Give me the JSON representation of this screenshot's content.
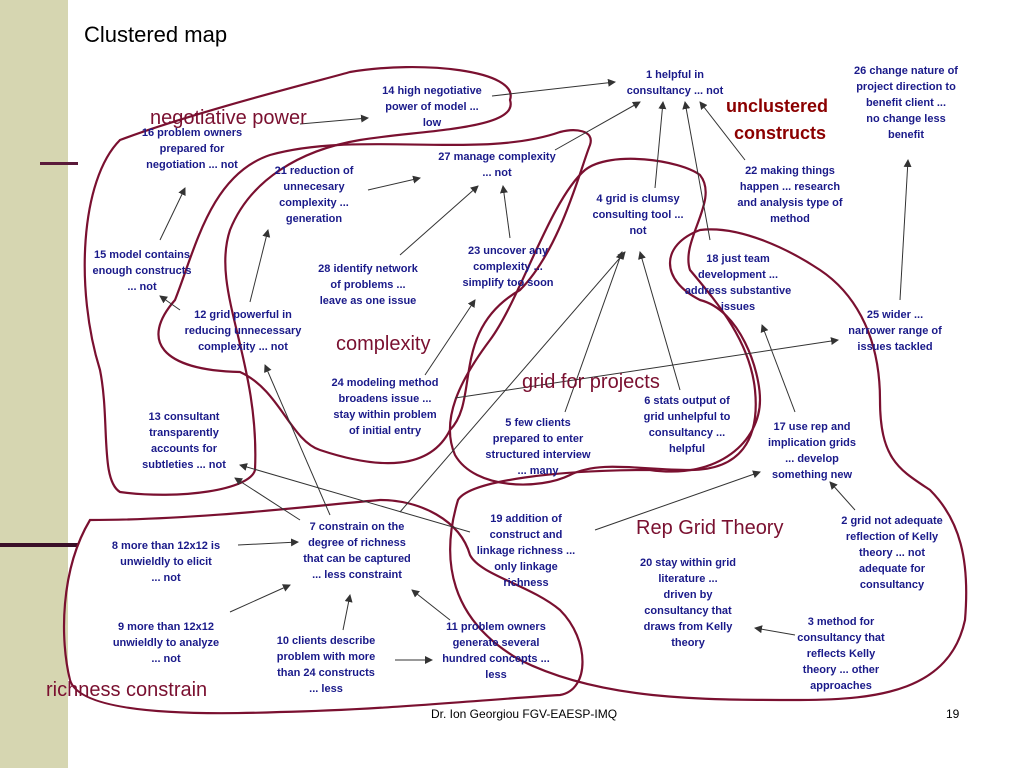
{
  "slide": {
    "title": "Clustered map",
    "footer": "Dr. Ion Georgiou  FGV-EAESP-IMQ",
    "page_number": "19"
  },
  "clusters": {
    "negotiative_power": "negotiative power",
    "complexity": "complexity",
    "grid_for_projects": "grid for projects",
    "rep_grid_theory": "Rep Grid Theory",
    "richness_constrain": "richness constrain",
    "unclustered_1": "unclustered",
    "unclustered_2": "constructs"
  },
  "nodes": {
    "n1": [
      "1 helpful in",
      "consultancy ... not"
    ],
    "n2": [
      "2 grid not adequate",
      "reflection of Kelly",
      "theory ... not",
      "adequate for",
      "consultancy"
    ],
    "n3": [
      "3 method for",
      "consultancy that",
      "reflects Kelly",
      "theory ... other",
      "approaches"
    ],
    "n4": [
      "4 grid is clumsy",
      "consulting tool ...",
      "not"
    ],
    "n5": [
      "5 few clients",
      "prepared to enter",
      "structured interview",
      "... many"
    ],
    "n6": [
      "6 stats output of",
      "grid unhelpful to",
      "consultancy ...",
      "helpful"
    ],
    "n7": [
      "7 constrain on the",
      "degree of richness",
      "that can be captured",
      "... less constraint"
    ],
    "n8": [
      "8 more than 12x12 is",
      "unwieldly to elicit",
      "... not"
    ],
    "n9": [
      "9 more than 12x12",
      "unwieldly to analyze",
      "... not"
    ],
    "n10": [
      "10 clients describe",
      "problem with more",
      "than 24 constructs",
      "... less"
    ],
    "n11": [
      "11 problem owners",
      "generate several",
      "hundred concepts ...",
      "less"
    ],
    "n12": [
      "12 grid powerful in",
      "reducing unnecessary",
      "complexity ... not"
    ],
    "n13": [
      "13 consultant",
      "transparently",
      "accounts for",
      "subtleties ... not"
    ],
    "n14": [
      "14 high negotiative",
      "power of model ...",
      "low"
    ],
    "n15": [
      "15 model contains",
      "enough constructs",
      "... not"
    ],
    "n16": [
      "16 problem owners",
      "prepared for",
      "negotiation ... not"
    ],
    "n17": [
      "17 use rep and",
      "implication grids",
      "... develop",
      "something new"
    ],
    "n18": [
      "18 just team",
      "development ...",
      "address substantive",
      "issues"
    ],
    "n19": [
      "19 addition of",
      "construct and",
      "linkage richness ...",
      "only linkage",
      "richness"
    ],
    "n20": [
      "20 stay within grid",
      "literature ...",
      "driven by",
      "consultancy that",
      "draws from Kelly",
      "theory"
    ],
    "n21": [
      "21 reduction of",
      "unnecesary",
      "complexity ...",
      "generation"
    ],
    "n22": [
      "22 making things",
      "happen ... research",
      "and analysis type of",
      "method"
    ],
    "n23": [
      "23 uncover any",
      "complexity ...",
      "simplify too soon"
    ],
    "n24": [
      "24 modeling method",
      "broadens issue ...",
      "stay within problem",
      "of initial entry"
    ],
    "n25": [
      "25 wider ...",
      "narrower range of",
      "issues tackled"
    ],
    "n26": [
      "26 change nature of",
      "project direction to",
      "benefit client ...",
      "no change less",
      "benefit"
    ],
    "n27": [
      "27 manage complexity",
      "... not"
    ],
    "n28": [
      "28 identify network",
      "of problems ...",
      "leave as one issue"
    ]
  }
}
